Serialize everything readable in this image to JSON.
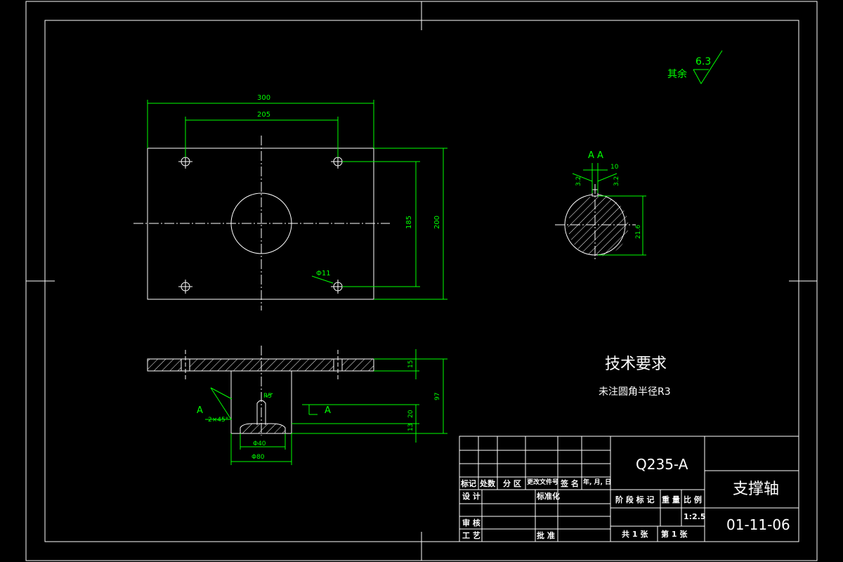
{
  "colors": {
    "background": "#000000",
    "outline": "#ffffff",
    "dimension": "#00ff00",
    "hatch": "#ffffff"
  },
  "roughness": {
    "label": "其余",
    "value": "6.3"
  },
  "plan_view": {
    "dims": {
      "overall_width": "300",
      "hole_spacing": "205",
      "hole_spacing_v": "185",
      "overall_height": "200",
      "hole_label": "Φ11"
    }
  },
  "section_view": {
    "section_label": "A  A",
    "key_width": "10",
    "left_dim": "3.2",
    "right_dim": "3.2",
    "depth_dim": "21.6"
  },
  "side_view": {
    "dims": {
      "plate_thickness": "15",
      "total_height": "97",
      "shaft_offset": "20",
      "base_thickness": "13",
      "chamfer": "2×45°",
      "r5": "R5",
      "phi_a": "Φ40",
      "phi_b": "Φ80",
      "section_mark": "A"
    }
  },
  "technical_requirements": {
    "title": "技术要求",
    "note": "未注圆角半径R3"
  },
  "title_block": {
    "material": "Q235-A",
    "part_name": "支撑轴",
    "drawing_number": "01-11-06",
    "scale": "1:2.5",
    "headers": [
      "标记",
      "处数",
      "分 区",
      "更改文件号",
      "签 名",
      "年, 月, 日"
    ],
    "roles": [
      "设 计",
      "标准化",
      "审 核",
      "工 艺",
      "批 准"
    ],
    "meta_headers": [
      "阶 段 标 记",
      "重 量",
      "比 例"
    ],
    "sheet_total": "共 1  张",
    "sheet_current": "第  1 张"
  }
}
